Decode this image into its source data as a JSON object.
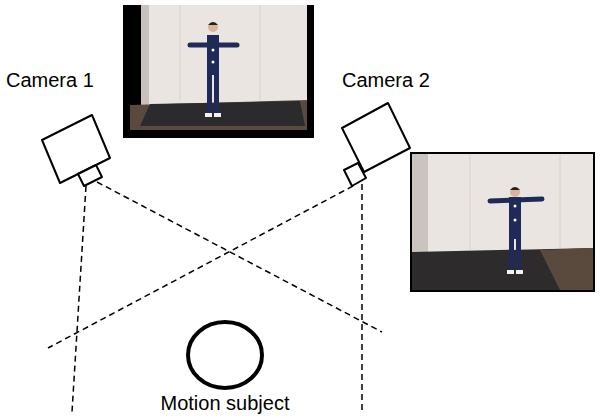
{
  "diagram": {
    "nodes": [
      {
        "text": [
          "Camera 1"
        ]
      },
      {
        "text": [
          "Camera 2"
        ]
      },
      {
        "text": [
          "Motion subject"
        ]
      }
    ]
  }
}
